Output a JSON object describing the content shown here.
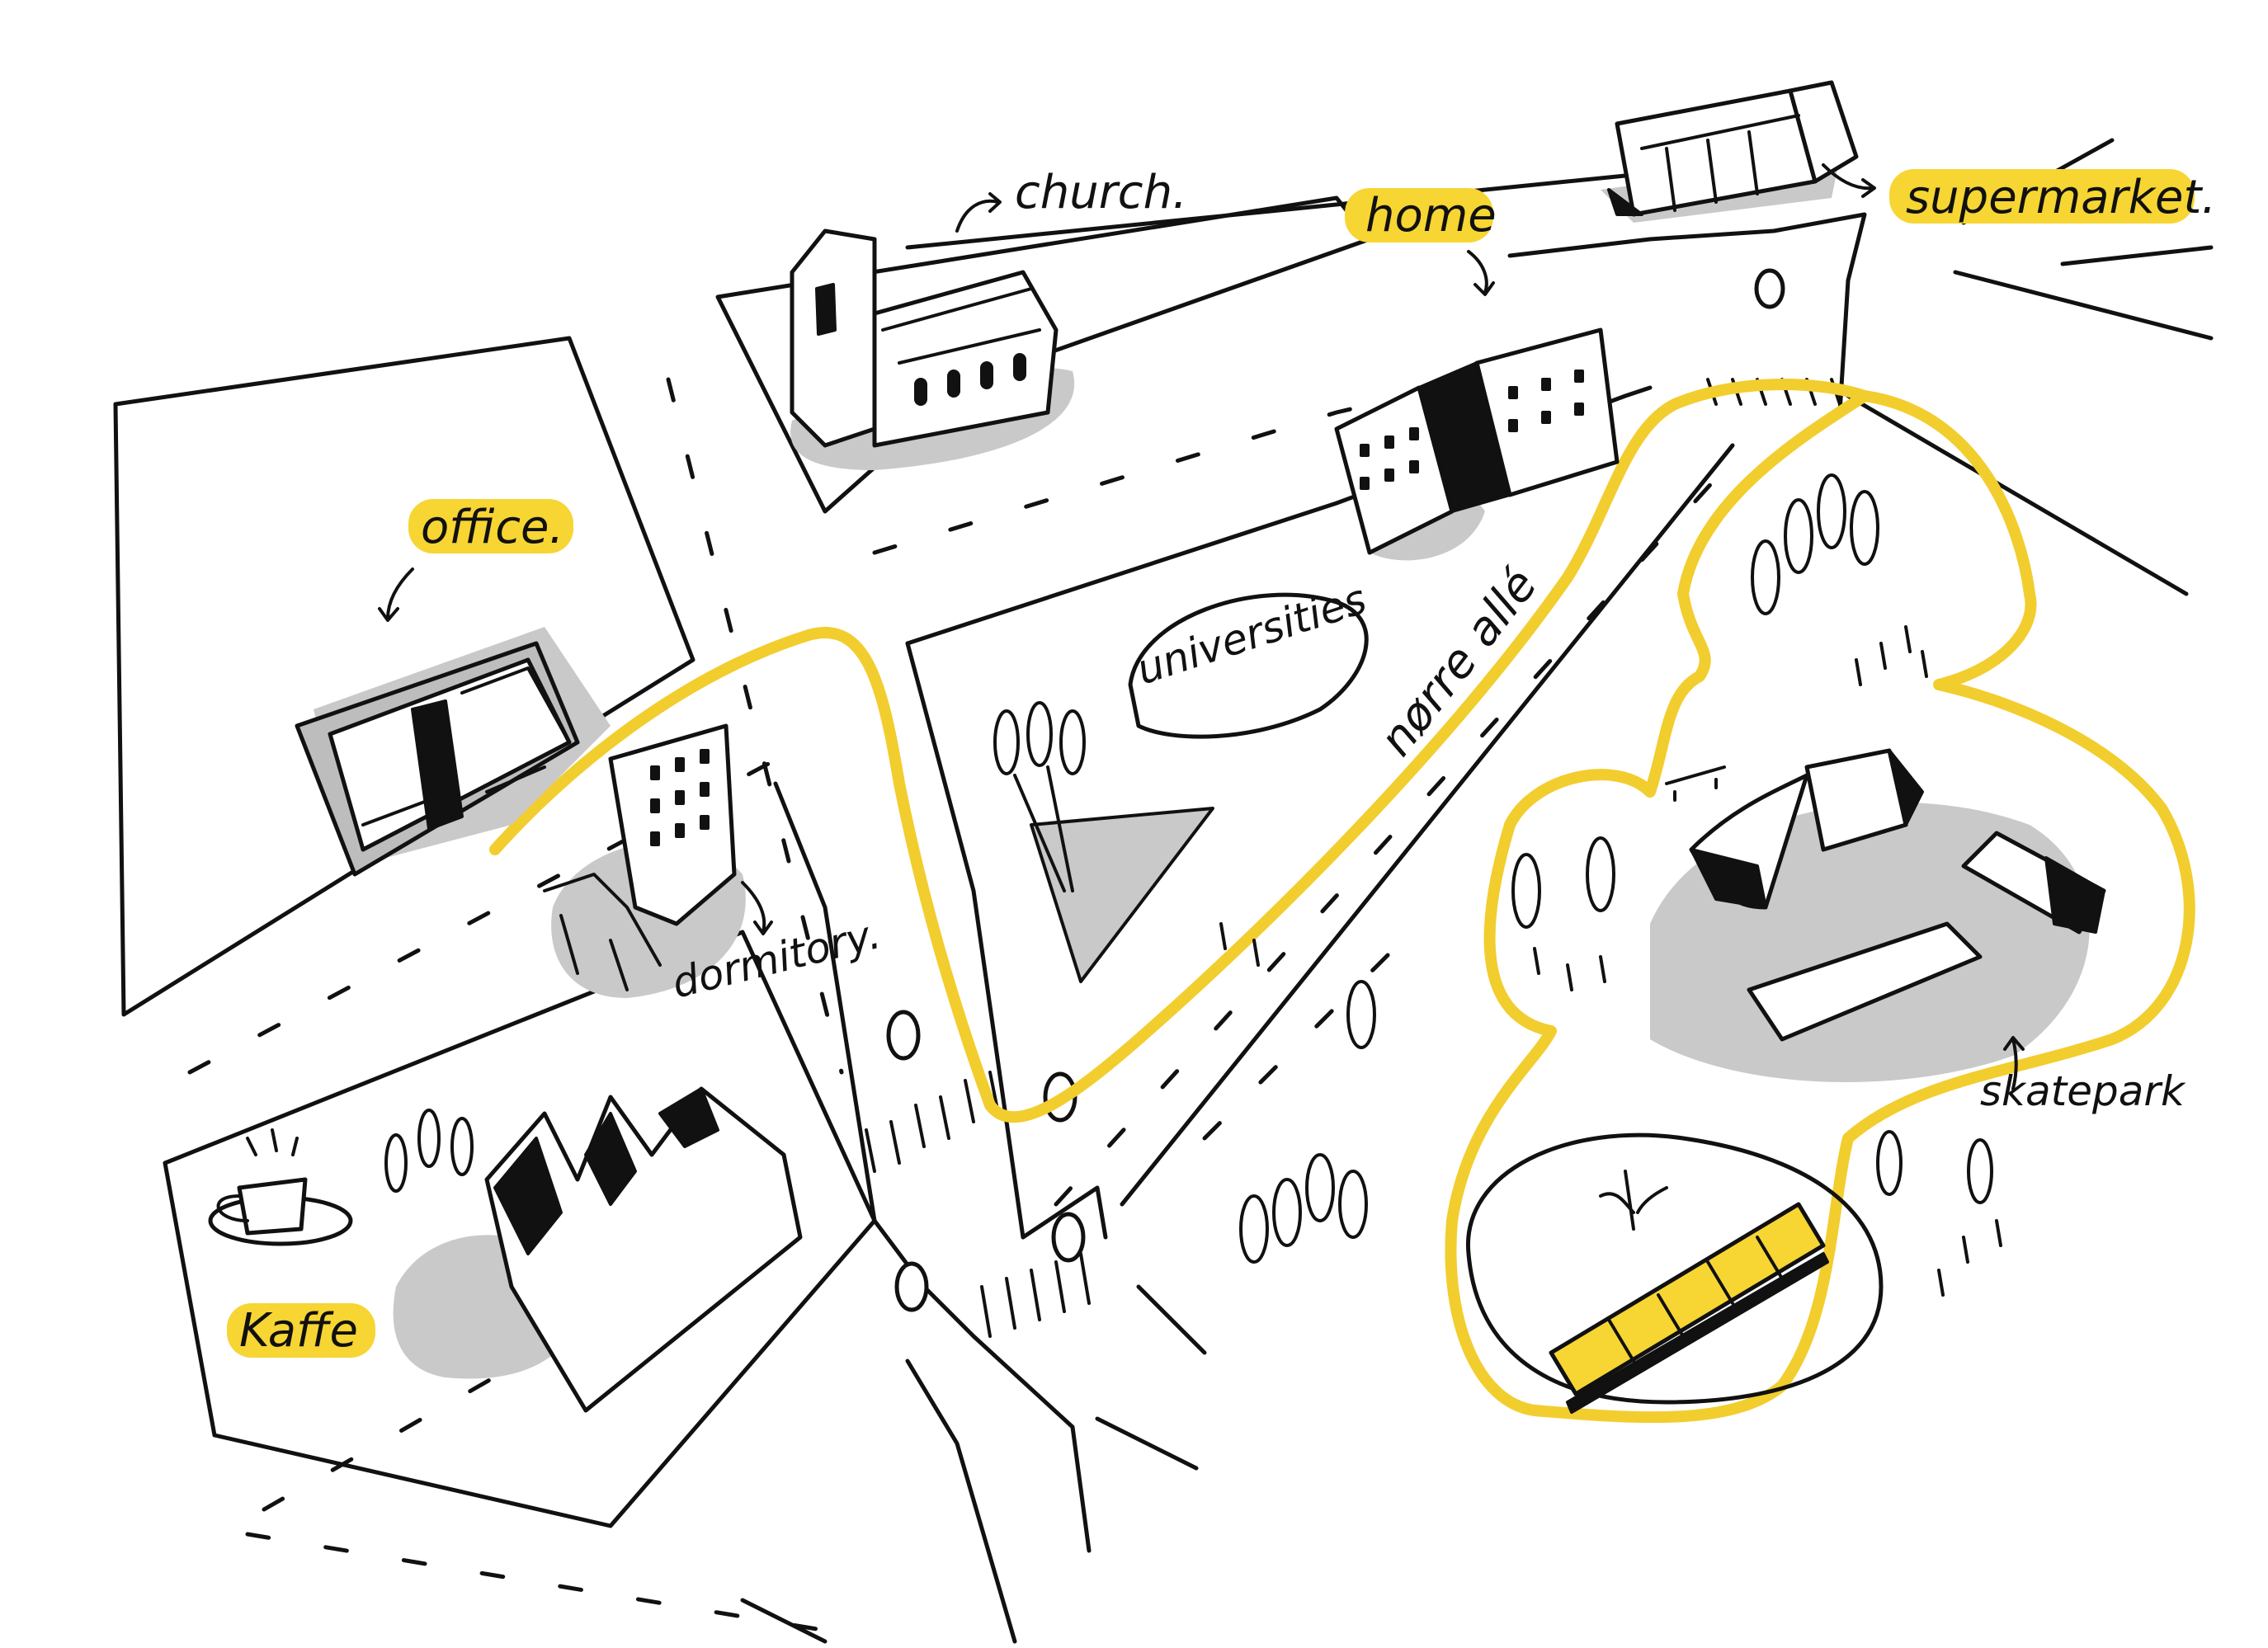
{
  "map": {
    "labels": {
      "church": "church.",
      "home": "home",
      "supermarket": "supermarket.",
      "office": "office.",
      "universities": "universities",
      "street": "nørre allé",
      "dormitory": "dormitory.",
      "kaffe": "Kaffe",
      "skatepark": "skatepark"
    },
    "highlighted_labels": [
      "home",
      "supermarket",
      "office",
      "Kaffe"
    ],
    "colors": {
      "route": "#f2cd2e",
      "highlight": "#f7d533",
      "shadow": "#c9c9c9",
      "ink": "#111111"
    }
  }
}
